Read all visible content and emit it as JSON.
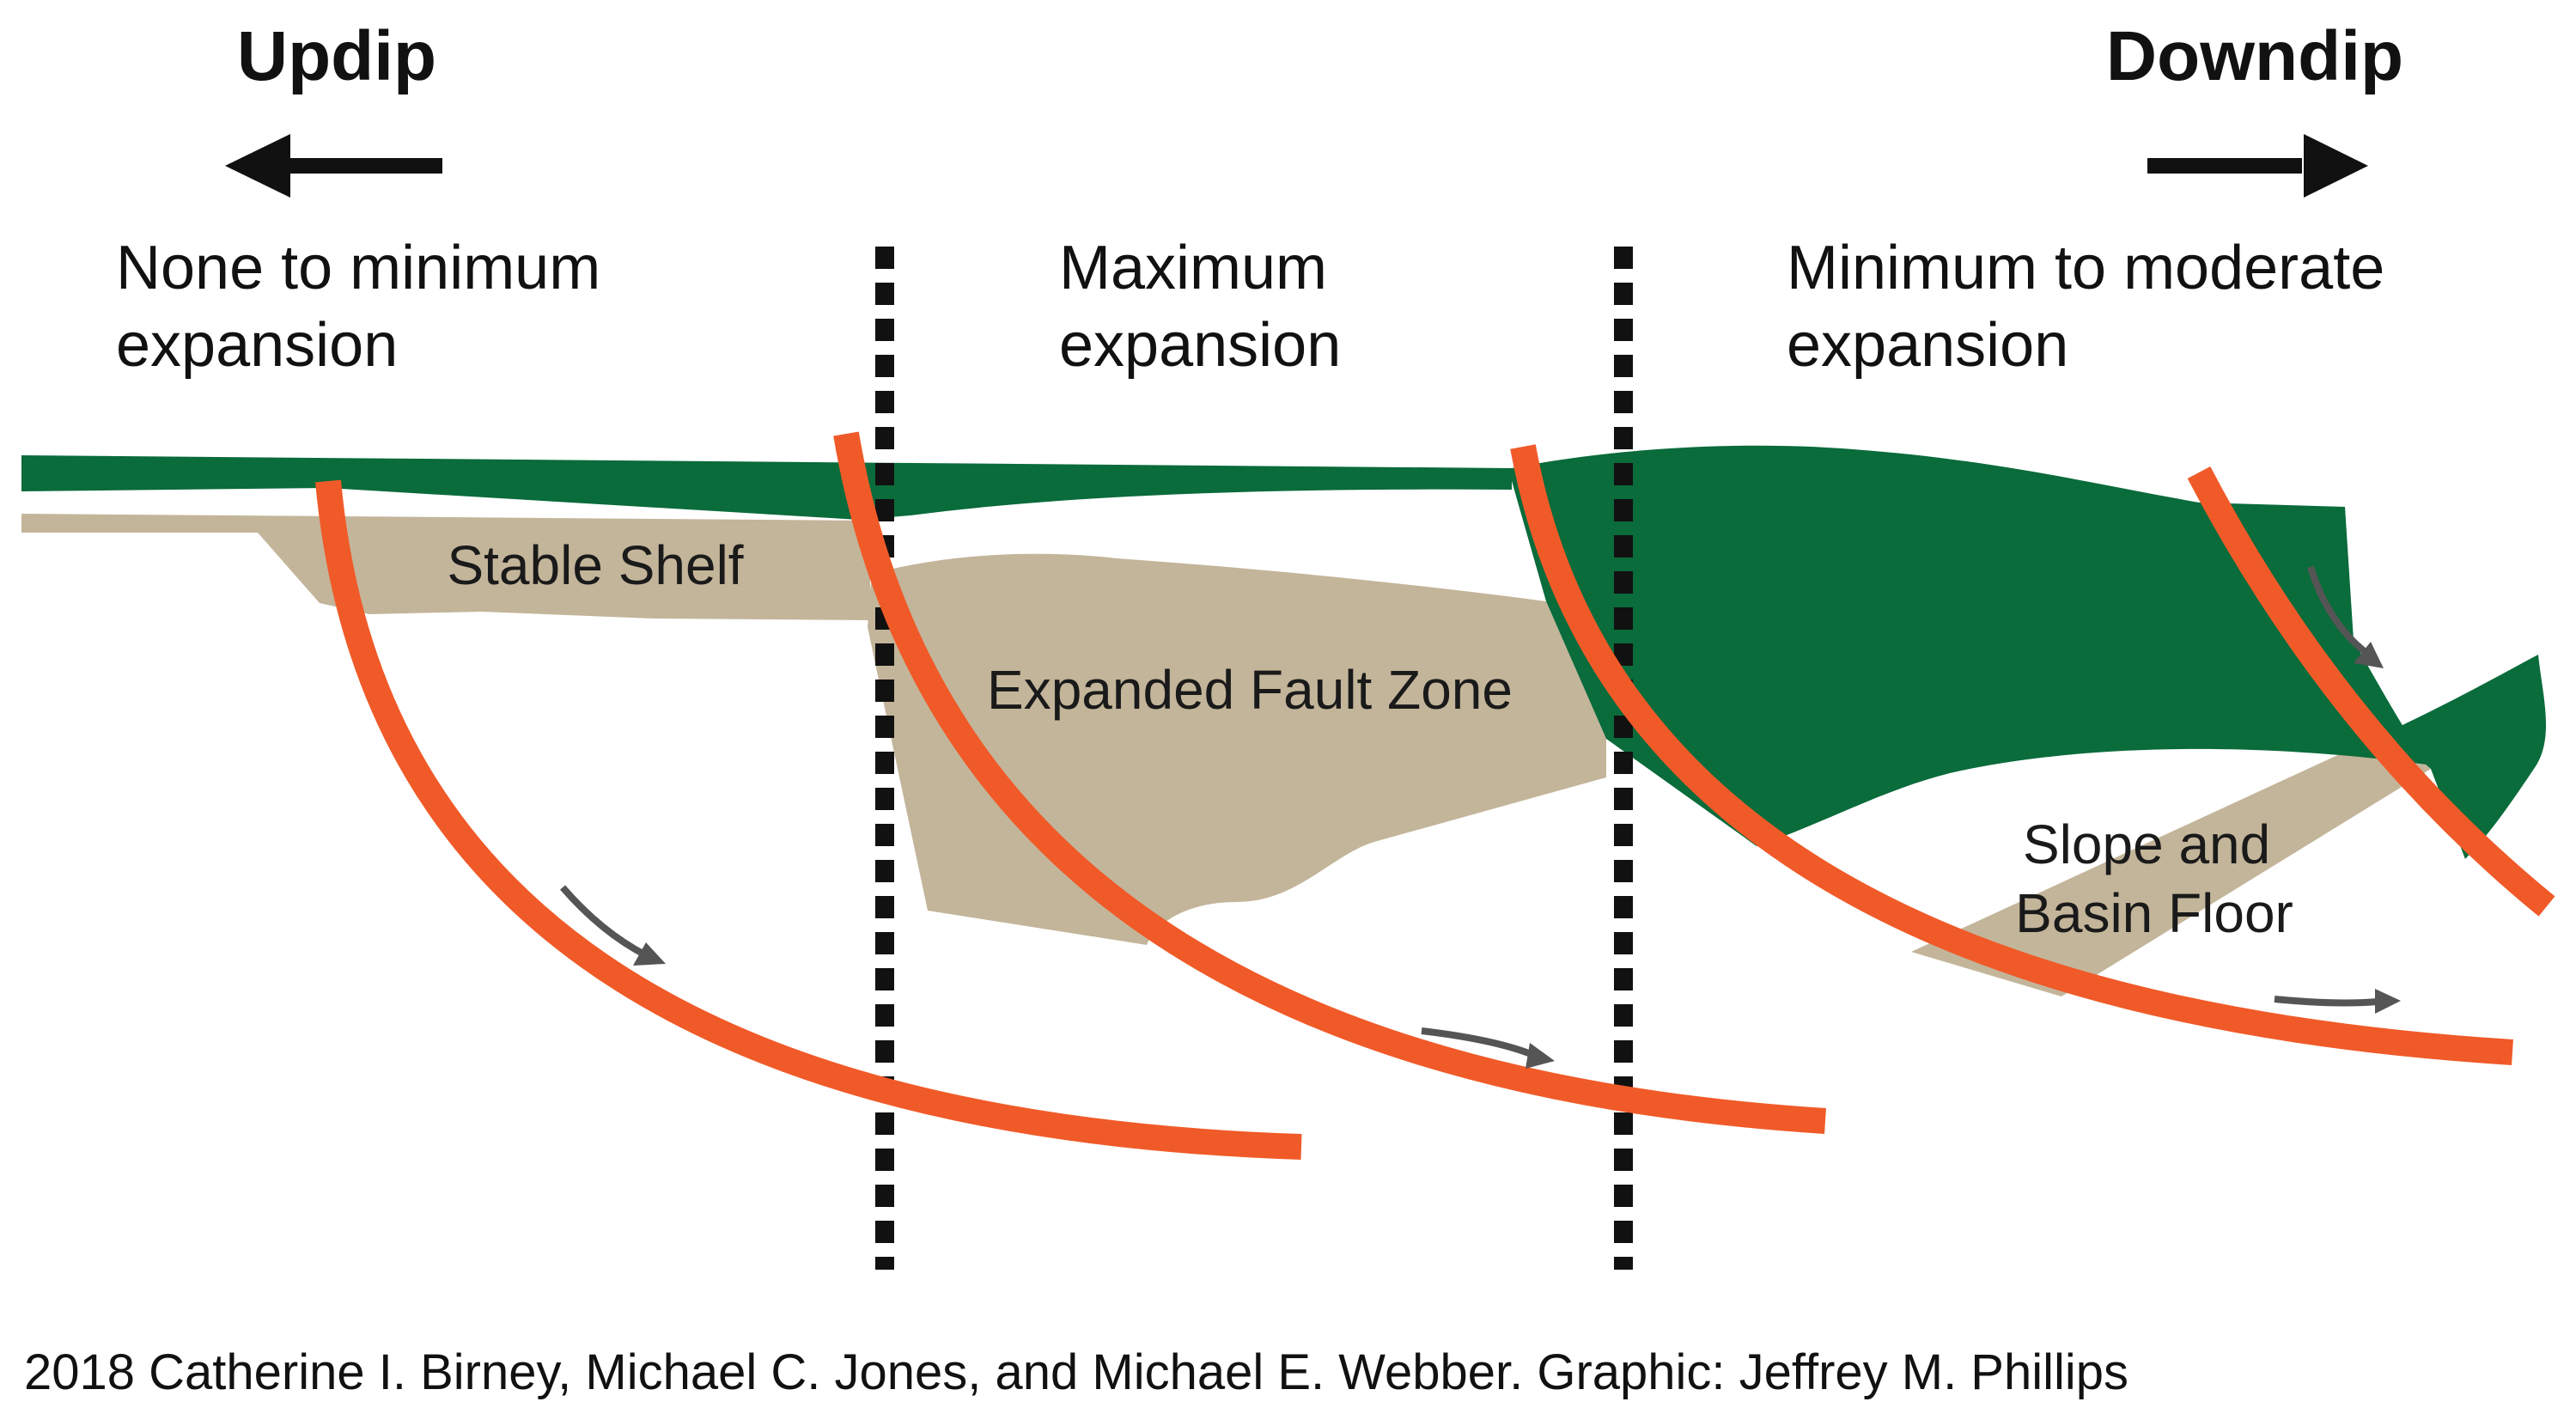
{
  "direction": {
    "updip": "Updip",
    "downdip": "Downdip"
  },
  "zones": {
    "left": {
      "line1": "None to minimum",
      "line2": "expansion"
    },
    "middle": {
      "line1": "Maximum",
      "line2": "expansion"
    },
    "right": {
      "line1": "Minimum to moderate",
      "line2": "expansion"
    }
  },
  "units": {
    "stable_shelf": "Stable Shelf",
    "expanded_fault_zone": "Expanded Fault Zone",
    "slope_basin_line1": "Slope and",
    "slope_basin_line2": "Basin Floor"
  },
  "credit": "2018 Catherine I. Birney, Michael C. Jones, and Michael E. Webber. Graphic: Jeffrey M. Phillips",
  "colors": {
    "green_strata": "#0a6b3b",
    "tan_strata": "#c3b59a",
    "fault": "#f05a28",
    "boundary": "#111111",
    "motion_arrow": "#555555"
  }
}
